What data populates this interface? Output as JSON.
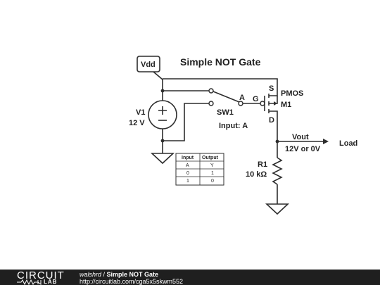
{
  "diagram": {
    "title": "Simple NOT Gate",
    "vdd_label": "Vdd",
    "source": {
      "name": "V1",
      "value": "12 V"
    },
    "switch": {
      "name": "SW1",
      "input_label": "Input: A",
      "terminal": "A"
    },
    "mosfet": {
      "type": "PMOS",
      "name": "M1",
      "pin_s": "S",
      "pin_g": "G",
      "pin_d": "D"
    },
    "output": {
      "name": "Vout",
      "value": "12V or 0V",
      "load": "Load"
    },
    "resistor": {
      "name": "R1",
      "value": "10 kΩ"
    },
    "truth_table": {
      "headers": [
        "Input",
        "Output"
      ],
      "rows": [
        [
          "A",
          "Y"
        ],
        [
          "0",
          "1"
        ],
        [
          "1",
          "0"
        ]
      ]
    }
  },
  "footer": {
    "logo_top": "CIRCUIT",
    "logo_bottom": "LAB",
    "author": "walshrd",
    "separator": " / ",
    "title": "Simple NOT Gate",
    "url": "http://circuitlab.com/cga5x5skwm552"
  }
}
